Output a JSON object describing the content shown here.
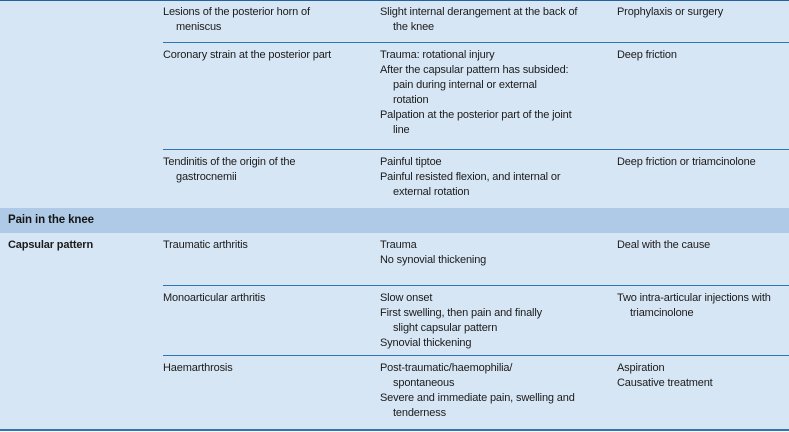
{
  "table": {
    "colors": {
      "table_bg": "#d7e6f5",
      "band_bg": "#aecae6",
      "divider": "#2e75b6",
      "top_border": "#24619f",
      "bottom_border": "#2e75b6",
      "text": "#1b1b1b"
    },
    "rows": [
      {
        "type": "row",
        "height": 43,
        "divider": true,
        "category": [],
        "diagnosis": [
          {
            "t": "Lesions of the posterior horn of"
          },
          {
            "t": "meniscus",
            "i": 1
          }
        ],
        "findings": [
          {
            "t": "Slight internal derangement at the back of"
          },
          {
            "t": "the knee",
            "i": 1
          }
        ],
        "treatment": [
          {
            "t": "Prophylaxis or surgery"
          }
        ]
      },
      {
        "type": "row",
        "height": 107,
        "divider": true,
        "category": [],
        "diagnosis": [
          {
            "t": "Coronary strain at the posterior part"
          }
        ],
        "findings": [
          {
            "t": "Trauma: rotational injury"
          },
          {
            "t": "After the capsular pattern has subsided:"
          },
          {
            "t": "pain during internal or external",
            "i": 1
          },
          {
            "t": "rotation",
            "i": 1
          },
          {
            "t": "Palpation at the posterior part of the joint"
          },
          {
            "t": "line",
            "i": 1
          }
        ],
        "treatment": [
          {
            "t": "Deep friction"
          }
        ]
      },
      {
        "type": "row",
        "height": 58,
        "divider": false,
        "category": [],
        "diagnosis": [
          {
            "t": "Tendinitis of the origin of the"
          },
          {
            "t": "gastrocnemii",
            "i": 1
          }
        ],
        "findings": [
          {
            "t": "Painful tiptoe"
          },
          {
            "t": "Painful resisted flexion, and internal or"
          },
          {
            "t": "external rotation",
            "i": 1
          }
        ],
        "treatment": [
          {
            "t": "Deep friction or triamcinolone"
          }
        ]
      },
      {
        "type": "band",
        "height": 25,
        "label": "Pain in the knee"
      },
      {
        "type": "row",
        "height": 53,
        "divider": true,
        "category": [
          {
            "t": "Capsular pattern",
            "b": 1
          }
        ],
        "diagnosis": [
          {
            "t": "Traumatic arthritis"
          }
        ],
        "findings": [
          {
            "t": "Trauma"
          },
          {
            "t": "No synovial thickening"
          }
        ],
        "treatment": [
          {
            "t": "Deal with the cause"
          }
        ]
      },
      {
        "type": "row",
        "height": 70,
        "divider": true,
        "category": [],
        "diagnosis": [
          {
            "t": "Monoarticular arthritis"
          }
        ],
        "findings": [
          {
            "t": "Slow onset"
          },
          {
            "t": "First swelling, then pain and finally"
          },
          {
            "t": "slight capsular pattern",
            "i": 1
          },
          {
            "t": "Synovial thickening"
          }
        ],
        "treatment": [
          {
            "t": "Two intra-articular injections with"
          },
          {
            "t": "triamcinolone",
            "i": 1
          }
        ]
      },
      {
        "type": "row",
        "height": 73,
        "divider": false,
        "category": [],
        "diagnosis": [
          {
            "t": "Haemarthrosis"
          }
        ],
        "findings": [
          {
            "t": "Post-traumatic/haemophilia/"
          },
          {
            "t": "spontaneous",
            "i": 1
          },
          {
            "t": "Severe and immediate pain, swelling and"
          },
          {
            "t": "tenderness",
            "i": 1
          }
        ],
        "treatment": [
          {
            "t": "Aspiration"
          },
          {
            "t": "Causative treatment"
          }
        ]
      }
    ]
  }
}
